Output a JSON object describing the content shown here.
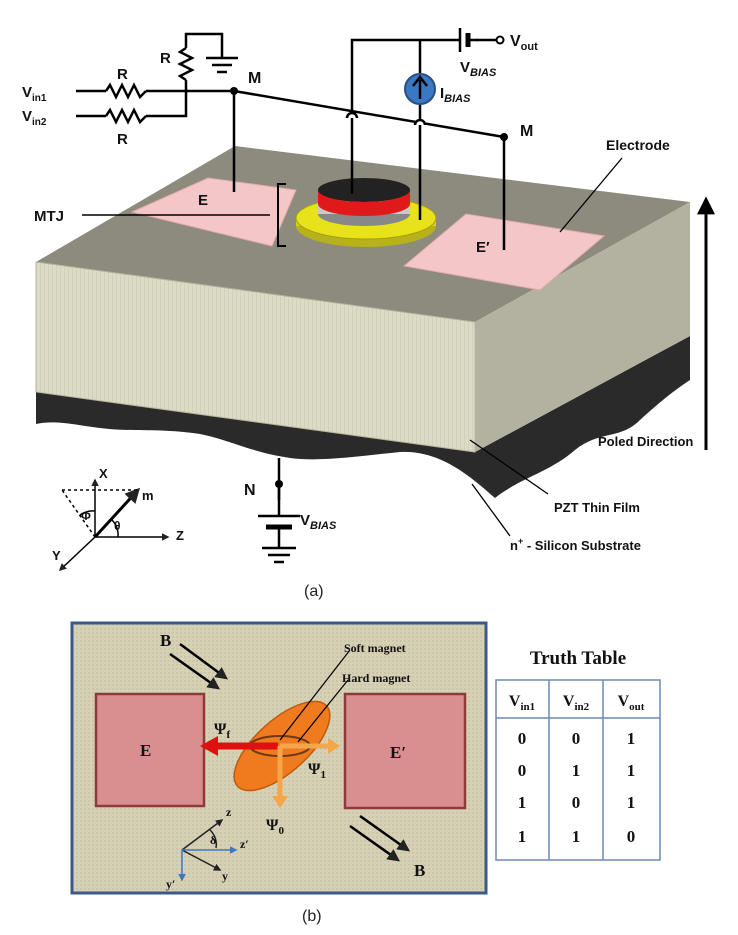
{
  "panel_a": {
    "caption": "(a)",
    "inputs": [
      "V",
      "V"
    ],
    "input_subs": [
      "in1",
      "in2"
    ],
    "resistor_label": "R",
    "node_m": "M",
    "node_n": "N",
    "vout": "V",
    "vout_sub": "out",
    "vbias": "V",
    "vbias_sub": "BIAS",
    "ibias": "I",
    "ibias_sub": "BIAS",
    "mtj": "MTJ",
    "electrode_e": "E",
    "electrode_e_prime": "E′",
    "electrode": "Electrode",
    "poled_direction": "Poled Direction",
    "pzt": "PZT Thin Film",
    "substrate_prefix": "n",
    "substrate_sup": "+",
    "substrate_rest": " - Silicon Substrate",
    "axes": {
      "x": "X",
      "y": "Y",
      "z": "Z",
      "m": "m",
      "phi": "Φ",
      "theta": "θ"
    },
    "colors": {
      "pzt_top": "#8a8a7c",
      "pzt_front": "#d9d8c4",
      "pzt_side": "#aeae9e",
      "substrate": "#2b2b2b",
      "electrode": "#f3c7c7",
      "mtj_red": "#e01a1a",
      "mtj_yellow": "#e8e21a",
      "source": "#3b78c4"
    }
  },
  "panel_b": {
    "caption": "(b)",
    "field_b": "B",
    "soft_magnet": "Soft magnet",
    "hard_magnet": "Hard magnet",
    "electrode_e": "E",
    "electrode_e_prime": "E′",
    "psi_f": "Ψ",
    "psi_f_sub": "f",
    "psi_1": "Ψ",
    "psi_1_sub": "1",
    "psi_0": "Ψ",
    "psi_0_sub": "0",
    "axes": {
      "z": "z",
      "z_prime": "z′",
      "y": "y",
      "y_prime": "y′",
      "delta": "δ"
    },
    "colors": {
      "background": "#d8d2b8",
      "border": "#3b5a8a",
      "electrode": "#d98f8f",
      "ellipse": "#f07a1e",
      "arrow_red": "#e01010",
      "arrow_orange": "#f5a64a"
    }
  },
  "truth_table": {
    "title": "Truth Table",
    "headers": [
      {
        "main": "V",
        "sub": "in1"
      },
      {
        "main": "V",
        "sub": "in2"
      },
      {
        "main": "V",
        "sub": "out"
      }
    ],
    "rows": [
      [
        "0",
        "0",
        "1"
      ],
      [
        "0",
        "1",
        "1"
      ],
      [
        "1",
        "0",
        "1"
      ],
      [
        "1",
        "1",
        "0"
      ]
    ]
  }
}
